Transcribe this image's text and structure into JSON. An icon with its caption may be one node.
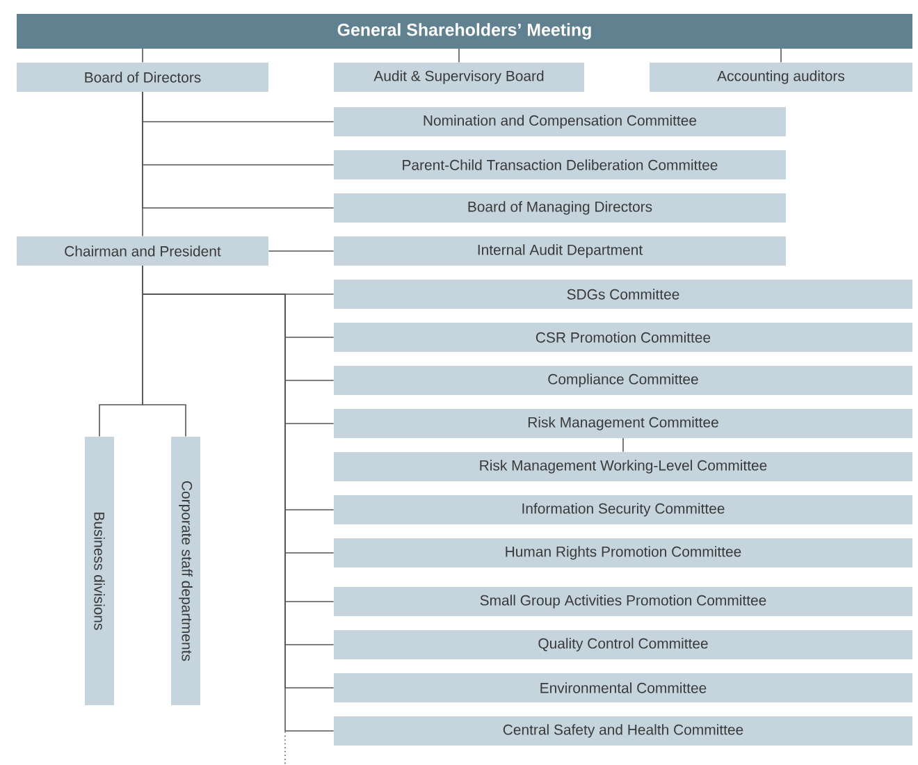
{
  "diagram": {
    "nodes": [
      {
        "text": [
          "General Shareholders’ Meeting"
        ]
      },
      {
        "text": [
          "Board of Directors"
        ]
      },
      {
        "text": [
          "Audit & Supervisory Board"
        ]
      },
      {
        "text": [
          "Accounting auditors"
        ]
      },
      {
        "text": [
          "Nomination and Compensation Committee"
        ]
      },
      {
        "text": [
          "Parent-Child Transaction Deliberation Committee"
        ]
      },
      {
        "text": [
          "Board of Managing Directors"
        ]
      },
      {
        "text": [
          "Chairman and President"
        ]
      },
      {
        "text": [
          "Internal Audit Department"
        ]
      },
      {
        "text": [
          "SDGs Committee"
        ]
      },
      {
        "text": [
          "CSR Promotion Committee"
        ]
      },
      {
        "text": [
          "Compliance Committee"
        ]
      },
      {
        "text": [
          "Risk Management Committee"
        ]
      },
      {
        "text": [
          "Risk Management Working-Level Committee"
        ]
      },
      {
        "text": [
          "Information Security Committee"
        ]
      },
      {
        "text": [
          "Human Rights Promotion Committee"
        ]
      },
      {
        "text": [
          "Small Group Activities Promotion Committee"
        ]
      },
      {
        "text": [
          "Quality Control Committee"
        ]
      },
      {
        "text": [
          "Environmental Committee"
        ]
      },
      {
        "text": [
          "Central Safety and Health Committee"
        ]
      },
      {
        "text": [
          "Business divisions"
        ]
      },
      {
        "text": [
          "Corporate staff departments"
        ]
      }
    ],
    "edges": [
      {
        "from": 0,
        "to": 1,
        "arrow": "none"
      },
      {
        "from": 0,
        "to": 2,
        "arrow": "none"
      },
      {
        "from": 0,
        "to": 3,
        "arrow": "none"
      },
      {
        "from": 1,
        "to": 4,
        "arrow": "none"
      },
      {
        "from": 1,
        "to": 5,
        "arrow": "none"
      },
      {
        "from": 1,
        "to": 6,
        "arrow": "none"
      },
      {
        "from": 1,
        "to": 7,
        "arrow": "none"
      },
      {
        "from": 7,
        "to": 8,
        "arrow": "none"
      },
      {
        "from": 7,
        "to": 9,
        "arrow": "none"
      },
      {
        "from": 7,
        "to": 10,
        "arrow": "none"
      },
      {
        "from": 7,
        "to": 11,
        "arrow": "none"
      },
      {
        "from": 7,
        "to": 12,
        "arrow": "none"
      },
      {
        "from": 12,
        "to": 13,
        "arrow": "none"
      },
      {
        "from": 7,
        "to": 14,
        "arrow": "none"
      },
      {
        "from": 7,
        "to": 15,
        "arrow": "none"
      },
      {
        "from": 7,
        "to": 16,
        "arrow": "none"
      },
      {
        "from": 7,
        "to": 17,
        "arrow": "none"
      },
      {
        "from": 7,
        "to": 18,
        "arrow": "none"
      },
      {
        "from": 7,
        "to": 19,
        "arrow": "none"
      },
      {
        "from": 7,
        "to": 20,
        "arrow": "none"
      },
      {
        "from": 7,
        "to": 21,
        "arrow": "none"
      }
    ]
  }
}
